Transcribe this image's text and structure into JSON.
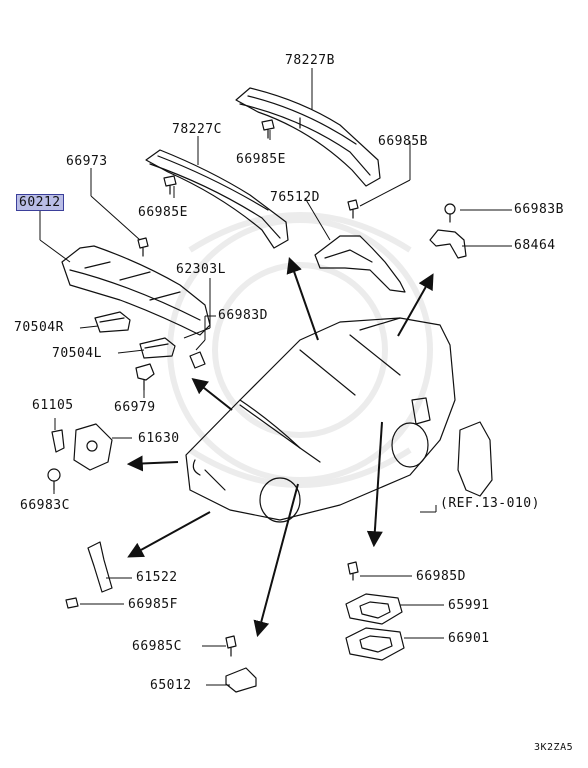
{
  "diagram": {
    "highlighted_part": "60212",
    "reference_note": "(REF.13-010)",
    "diagram_code": "3K2ZA5",
    "parts": {
      "p78227B": "78227B",
      "p78227C": "78227C",
      "p66985E_a": "66985E",
      "p66985E_b": "66985E",
      "p66973": "66973",
      "p60212": "60212",
      "p66985B": "66985B",
      "p76512D": "76512D",
      "p66983B": "66983B",
      "p68464": "68464",
      "p62303L": "62303L",
      "p66983D": "66983D",
      "p70504R": "70504R",
      "p70504L": "70504L",
      "p66979": "66979",
      "p61105": "61105",
      "p61630": "61630",
      "p66983C": "66983C",
      "p61522": "61522",
      "p66985F": "66985F",
      "p66985C": "66985C",
      "p65012": "65012",
      "p66985D": "66985D",
      "p65991": "65991",
      "p66901": "66901"
    }
  }
}
